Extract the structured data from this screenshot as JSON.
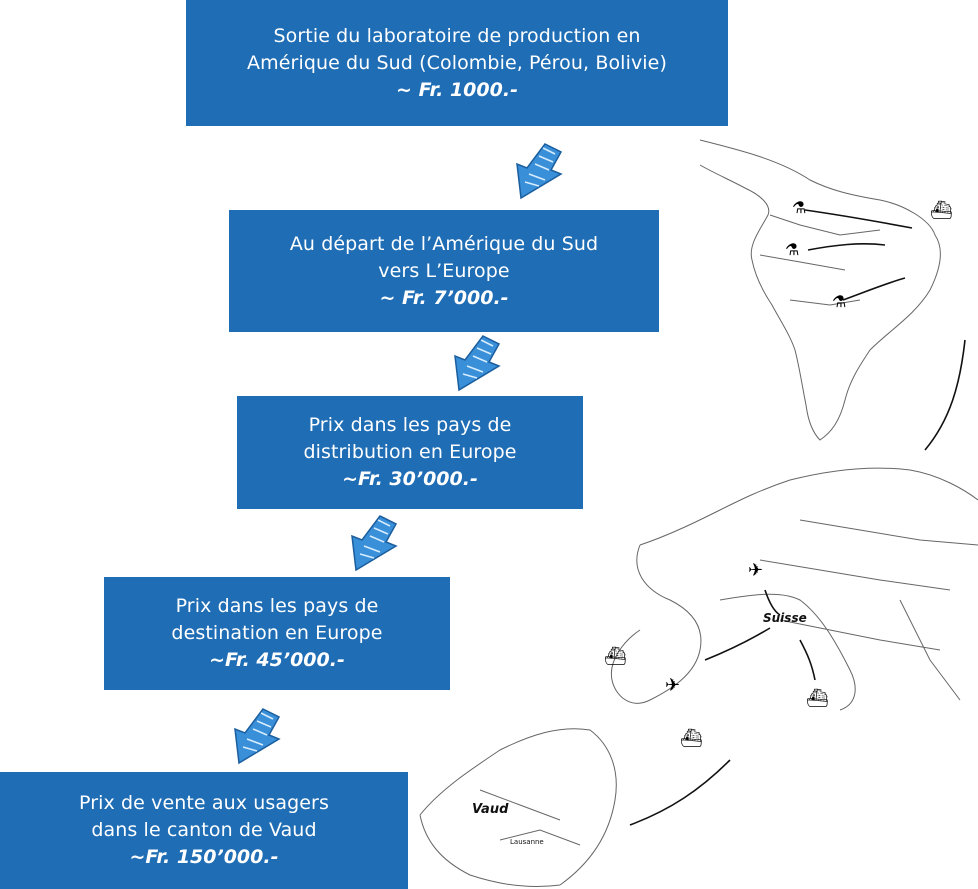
{
  "steps": [
    {
      "line1": "Sortie du laboratoire de production en",
      "line2": "Amérique du Sud (Colombie, Pérou, Bolivie)",
      "price": "~ Fr. 1000.-"
    },
    {
      "line1": "Au départ de l’Amérique du Sud",
      "line2": "vers L’Europe",
      "price": "~ Fr. 7’000.-"
    },
    {
      "line1": "Prix dans les pays de",
      "line2": "distribution en Europe",
      "price": "~Fr. 30’000.-"
    },
    {
      "line1": "Prix dans les pays de",
      "line2": "destination en Europe",
      "price": "~Fr. 45’000.-"
    },
    {
      "line1": "Prix de vente aux usagers",
      "line2": "dans le canton de Vaud",
      "price": "~Fr. 150’000.-"
    }
  ],
  "map_labels": {
    "suisse": "Suisse",
    "vaud": "Vaud",
    "lausanne": "Lausanne"
  },
  "colors": {
    "box": "#1f6db5",
    "arrow_fill": "#3a8fd9",
    "arrow_stroke": "#1b5e9e"
  },
  "icons": [
    "lab-icon",
    "ship-icon",
    "plane-icon",
    "flow-arrow-icon"
  ]
}
